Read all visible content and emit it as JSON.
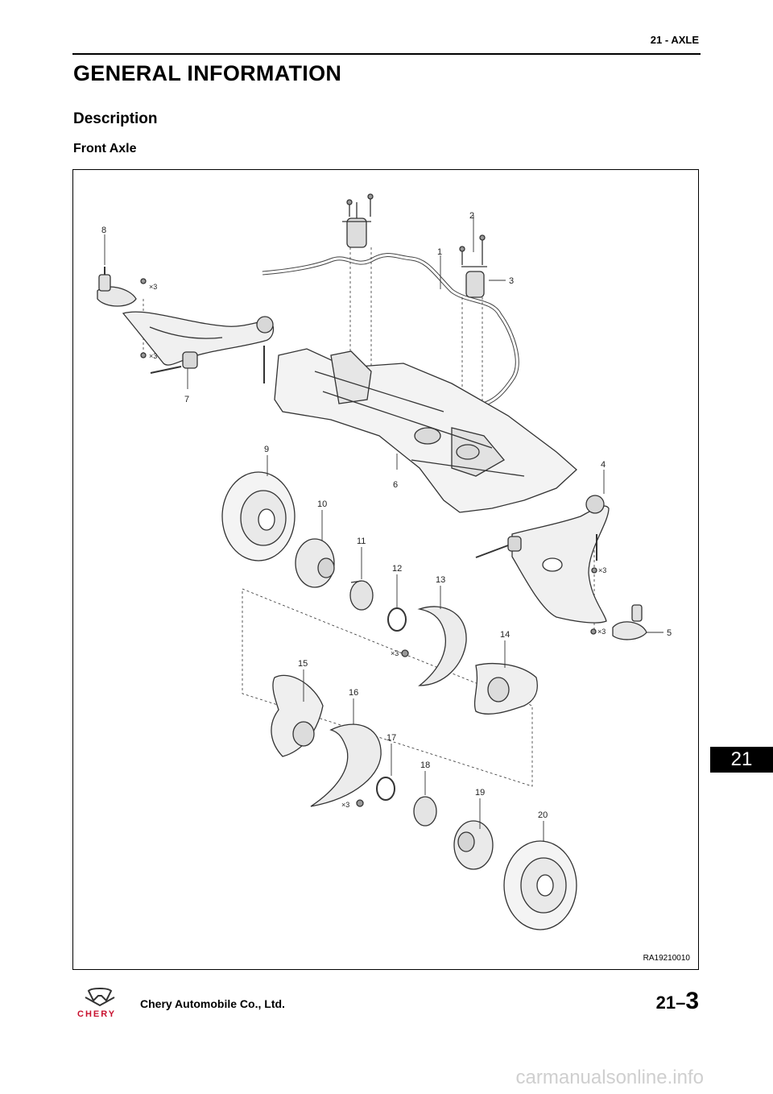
{
  "header": {
    "section": "21 - AXLE"
  },
  "title": "GENERAL INFORMATION",
  "subtitle": "Description",
  "section_heading": "Front Axle",
  "figure": {
    "code": "RA19210010",
    "callouts": [
      "1",
      "2",
      "3",
      "4",
      "5",
      "6",
      "7",
      "8",
      "9",
      "10",
      "11",
      "12",
      "13",
      "14",
      "15",
      "16",
      "17",
      "18",
      "19",
      "20"
    ],
    "qty_mark": "×3"
  },
  "side_tab": "21",
  "footer": {
    "brand": "CHERY",
    "company": "Chery Automobile Co., Ltd.",
    "page_prefix": "21–",
    "page_number": "3"
  },
  "watermark": "carmanualsonline.info"
}
